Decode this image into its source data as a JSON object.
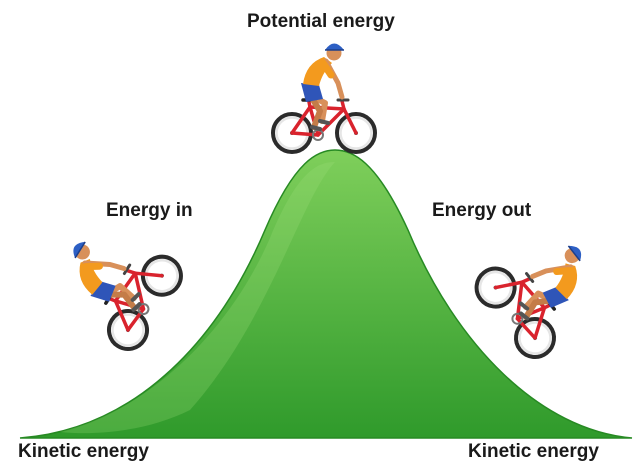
{
  "labels": {
    "top": "Potential energy",
    "left": "Energy in",
    "right": "Energy out",
    "bottom_left": "Kinetic energy",
    "bottom_right": "Kinetic energy"
  },
  "colors": {
    "hill_light": "#7fcf5b",
    "hill_dark": "#2f9a2b",
    "bike_frame": "#d9232d",
    "jersey": "#f39a1e",
    "shorts": "#2f55b8",
    "helmet": "#2d5fc4",
    "skin": "#d8905a"
  },
  "icons": {
    "top": "cyclist-riding-icon",
    "left": "cyclist-climbing-icon",
    "right": "cyclist-descending-icon"
  }
}
